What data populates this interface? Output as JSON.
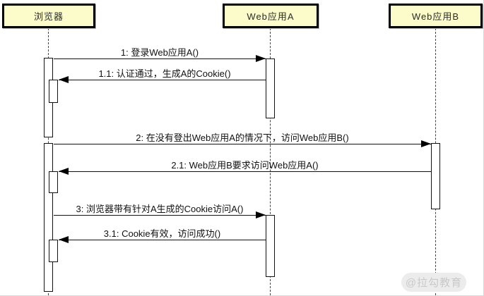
{
  "diagram": {
    "type": "sequence",
    "lifelines": [
      {
        "name": "浏览器"
      },
      {
        "name": "Web应用A"
      },
      {
        "name": "Web应用B"
      }
    ],
    "messages": [
      {
        "label": "1: 登录Web应用A()",
        "from": "浏览器",
        "to": "Web应用A",
        "kind": "call"
      },
      {
        "label": "1.1: 认证通过，生成A的Cookie()",
        "from": "Web应用A",
        "to": "浏览器",
        "kind": "return"
      },
      {
        "label": "2: 在没有登出Web应用A的情况下，访问Web应用B()",
        "from": "浏览器",
        "to": "Web应用B",
        "kind": "call"
      },
      {
        "label": "2.1: Web应用B要求访问Web应用A()",
        "from": "Web应用B",
        "to": "浏览器",
        "kind": "return"
      },
      {
        "label": "3: 浏览器带有针对A生成的Cookie访问A()",
        "from": "浏览器",
        "to": "Web应用A",
        "kind": "call"
      },
      {
        "label": "3.1: Cookie有效，访问成功()",
        "from": "Web应用A",
        "to": "浏览器",
        "kind": "return"
      }
    ],
    "watermark": "@拉勾教育",
    "colors": {
      "lifeline_head_fill": "#fcfccb",
      "line": "#000000",
      "watermark_bg": "#ececec",
      "watermark_text": "#c9c9c9"
    }
  }
}
